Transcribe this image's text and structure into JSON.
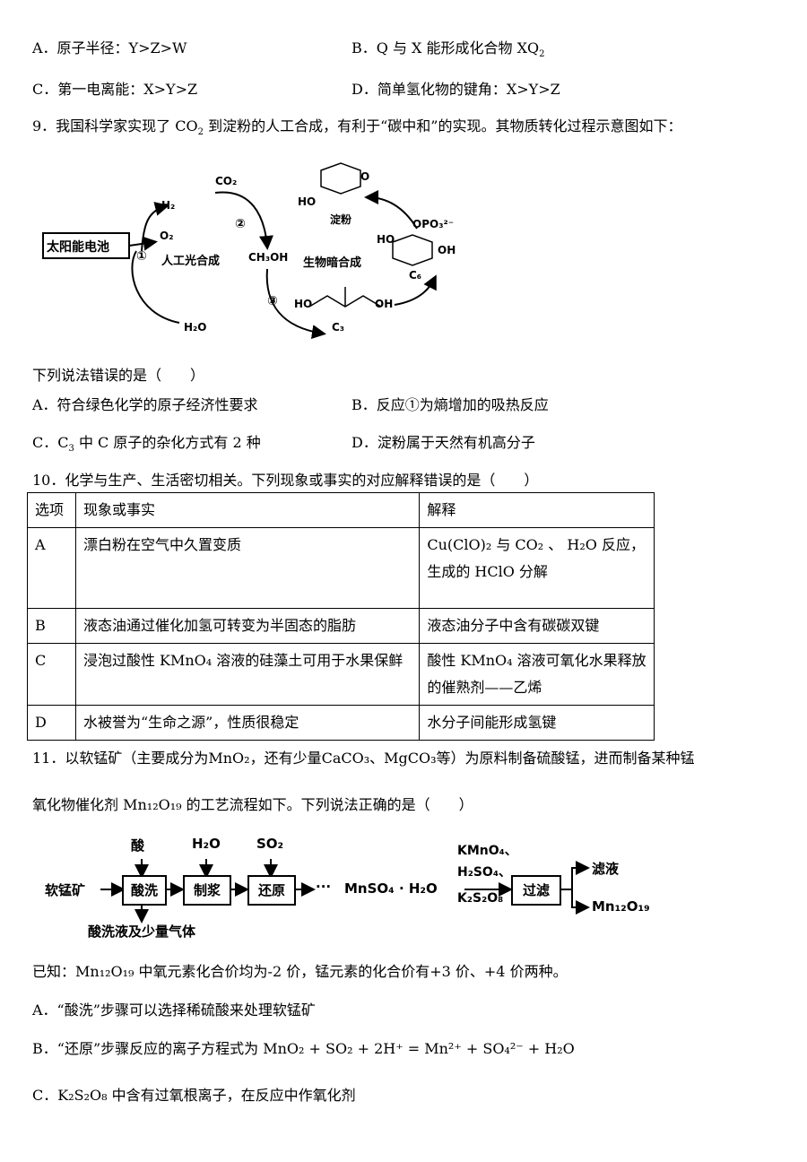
{
  "q8_options": {
    "A": "A．原子半径：Y>Z>W",
    "B": "B．Q 与 X 能形成化合物 XQ",
    "B_sub": "2",
    "C": "C．第一电离能：X>Y>Z",
    "D": "D．简单氢化物的键角：X>Y>Z"
  },
  "q9": {
    "stem_pre": "9．我国科学家实现了 CO",
    "stem_sub": "2",
    "stem_post": " 到淀粉的人工合成，有利于“碳中和”的实现。其物质转化过程示意图如下：",
    "diagram": {
      "battery": "太阳能电池",
      "h2": "H₂",
      "o2": "O₂",
      "h2o": "H₂O",
      "co2": "CO₂",
      "ch3oh": "CH₃OH",
      "c1": "①",
      "c2": "②",
      "c3": "③",
      "artificial": "人工光合成",
      "bio": "生物暗合成",
      "starch": "淀粉",
      "c3_label": "C₃",
      "c6_label": "C₆",
      "opo3": "OPO₃²⁻",
      "ho": "HO",
      "oh": "OH",
      "o": "O"
    },
    "question": "下列说法错误的是（　　）",
    "A": "A．符合绿色化学的原子经济性要求",
    "B": "B．反应①为熵增加的吸热反应",
    "C_pre": "C．C",
    "C_sub": "3",
    "C_post": " 中 C 原子的杂化方式有 2 种",
    "D": "D．淀粉属于天然有机高分子"
  },
  "q10": {
    "stem": "10．化学与生产、生活密切相关。下列现象或事实的对应解释错误的是（　　）",
    "headers": [
      "选项",
      "现象或事实",
      "解释"
    ],
    "rows": [
      {
        "opt": "A",
        "fact": "漂白粉在空气中久置变质",
        "explain": "Cu(ClO)₂ 与 CO₂ 、 H₂O 反应，生成的 HClO 分解"
      },
      {
        "opt": "B",
        "fact": "液态油通过催化加氢可转变为半固态的脂肪",
        "explain": "液态油分子中含有碳碳双键"
      },
      {
        "opt": "C",
        "fact": "浸泡过酸性 KMnO₄ 溶液的硅藻土可用于水果保鲜",
        "explain": "酸性 KMnO₄ 溶液可氧化水果释放的催熟剂——乙烯"
      },
      {
        "opt": "D",
        "fact": "水被誉为“生命之源”，性质很稳定",
        "explain": "水分子间能形成氢键"
      }
    ]
  },
  "q11": {
    "stem1": "11．以软锰矿（主要成分为MnO₂，还有少量CaCO₃、MgCO₃等）为原料制备硫酸锰，进而制备某种锰",
    "stem2": "氧化物催化剂 Mn₁₂O₁₉ 的工艺流程如下。下列说法正确的是（　　）",
    "flow": {
      "ore": "软锰矿",
      "acid": "酸",
      "h2o": "H₂O",
      "so2": "SO₂",
      "wash": "酸洗",
      "slurry": "制浆",
      "reduce": "还原",
      "dots": "···",
      "mnso4": "MnSO₄ · H₂O",
      "reagent1": "KMnO₄、",
      "reagent2": "H₂SO₄、",
      "reagent3": "K₂S₂O₈",
      "filter": "过滤",
      "filtrate": "滤液",
      "product": "Mn₁₂O₁₉",
      "waste": "酸洗液及少量气体"
    },
    "known": "已知：Mn₁₂O₁₉ 中氧元素化合价均为-2 价，锰元素的化合价有+3 价、+4 价两种。",
    "A": "A．“酸洗”步骤可以选择稀硫酸来处理软锰矿",
    "B": "B．“还原”步骤反应的离子方程式为 MnO₂ + SO₂ + 2H⁺ = Mn²⁺ + SO₄²⁻ + H₂O",
    "C": "C．K₂S₂O₈  中含有过氧根离子，在反应中作氧化剂"
  }
}
